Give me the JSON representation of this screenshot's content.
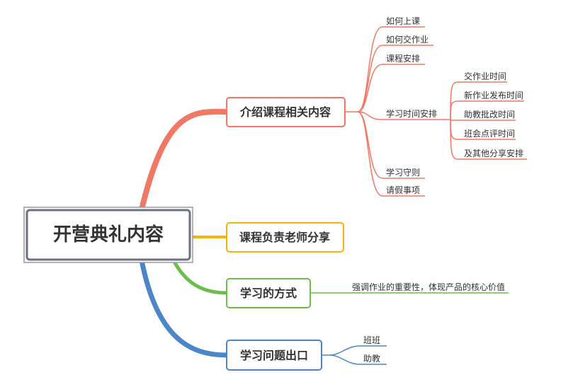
{
  "root": {
    "label": "开营典礼内容"
  },
  "topics": [
    {
      "id": "course",
      "label": "介绍课程相关内容",
      "color": "#f07864",
      "children": [
        {
          "label": "如何上课"
        },
        {
          "label": "如何交作业"
        },
        {
          "label": "课程安排"
        },
        {
          "label": "学习时间安排",
          "children": [
            {
              "label": "交作业时间"
            },
            {
              "label": "新作业发布时间"
            },
            {
              "label": "助教批改时间"
            },
            {
              "label": "班会点评时间"
            },
            {
              "label": "及其他分享安排"
            }
          ]
        },
        {
          "label": "学习守则"
        },
        {
          "label": "请假事项"
        }
      ]
    },
    {
      "id": "teacher",
      "label": "课程负责老师分享",
      "color": "#f4b400",
      "children": []
    },
    {
      "id": "method",
      "label": "学习的方式",
      "color": "#6abe4c",
      "children": [
        {
          "label": "强调作业的重要性，体现产品的核心价值"
        }
      ]
    },
    {
      "id": "issues",
      "label": "学习问题出口",
      "color": "#4a86c8",
      "children": [
        {
          "label": "班班"
        },
        {
          "label": "助教"
        }
      ]
    }
  ]
}
